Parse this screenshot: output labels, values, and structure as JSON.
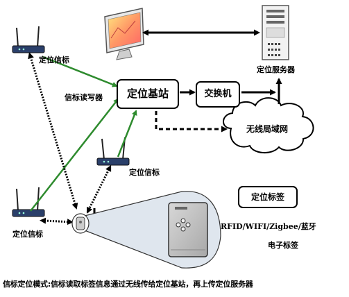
{
  "labels": {
    "beacon_top": "定位信标",
    "beacon_reader": "信标读写器",
    "base_station": "定位基站",
    "switch": "交换机",
    "location_server": "定位服务器",
    "wlan_cloud": "无线局域网",
    "beacon_mid": "定位信标",
    "beacon_left": "定位信标",
    "tag_title": "定位标签",
    "tag_tech": "RFID/WIFI/Zigbee/蓝牙",
    "electronic_tag": "电子标签"
  },
  "caption": "信标定位模式:信标读取标签信息通过无线传给定位基站，再上传定位服务器",
  "colors": {
    "green_arrow": "#2e8b2e",
    "black_arrow": "#000000",
    "cloud_fill": "#ffffff",
    "tag_body": "#c8c8c8"
  }
}
